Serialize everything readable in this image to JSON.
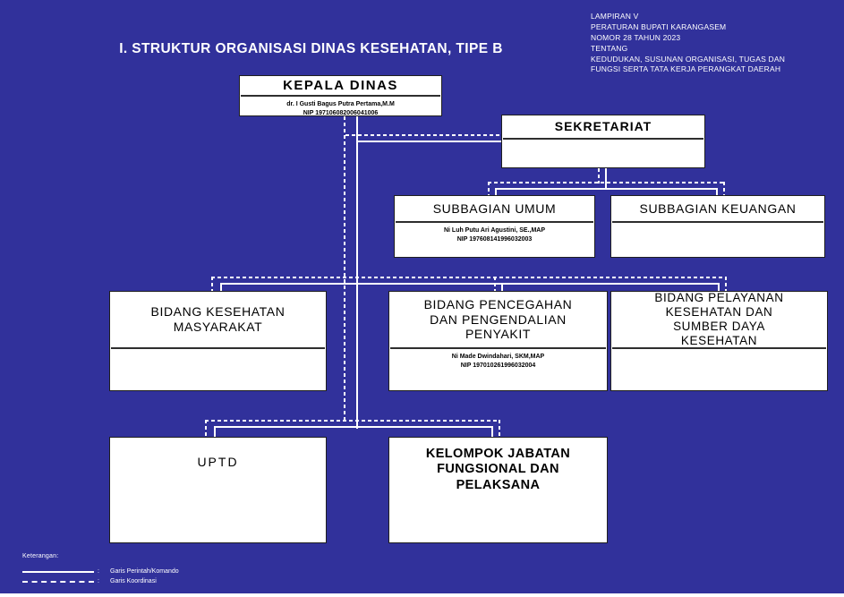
{
  "colors": {
    "background": "#31319b",
    "box_background": "#ffffff",
    "box_border": "#1f1f1f",
    "connector_line": "#ffffff",
    "text": "#000000",
    "title_text": "#ffffff"
  },
  "title": "I. STRUKTUR ORGANISASI DINAS KESEHATAN, TIPE B",
  "lampiran": {
    "lines": [
      "LAMPIRAN V",
      "PERATURAN BUPATI KARANGASEM",
      "NOMOR 28 TAHUN 2023",
      "TENTANG",
      "KEDUDUKAN, SUSUNAN ORGANISASI, TUGAS DAN",
      "FUNGSI SERTA TATA KERJA PERANGKAT DAERAH"
    ]
  },
  "org": {
    "kepala_dinas": {
      "title": "KEPALA DINAS",
      "name": "dr. I Gusti Bagus Putra Pertama,M.M",
      "nip": "NIP 197106082006041006"
    },
    "sekretariat": {
      "title": "SEKRETARIAT"
    },
    "subbagian_umum": {
      "title": "SUBBAGIAN UMUM",
      "name": "Ni Luh Putu Ari Agustini, SE.,MAP",
      "nip": "NIP 197608141996032003"
    },
    "subbagian_keuangan": {
      "title": "SUBBAGIAN KEUANGAN"
    },
    "bidang_kesehatan_masyarakat": {
      "title": "BIDANG KESEHATAN MASYARAKAT"
    },
    "bidang_pencegahan_pengendalian_penyakit": {
      "title": "BIDANG PENCEGAHAN DAN PENGENDALIAN PENYAKIT",
      "name": "Ni Made Dwindahari, SKM,MAP",
      "nip": "NIP 197010261996032004"
    },
    "bidang_pelayanan_kesehatan_sdk": {
      "title": "BIDANG PELAYANAN KESEHATAN DAN SUMBER DAYA KESEHATAN"
    },
    "uptd": {
      "title": "UPTD"
    },
    "kelompok_jabatan": {
      "title": "KELOMPOK JABATAN FUNGSIONAL DAN PELAKSANA"
    }
  },
  "connections": [
    {
      "from": "kepala_dinas",
      "to": "sekretariat",
      "lines": [
        "komando",
        "koordinasi"
      ]
    },
    {
      "from": "sekretariat",
      "to": "subbagian_umum",
      "lines": [
        "komando",
        "koordinasi"
      ]
    },
    {
      "from": "sekretariat",
      "to": "subbagian_keuangan",
      "lines": [
        "komando",
        "koordinasi"
      ]
    },
    {
      "from": "kepala_dinas",
      "to": "bidang_kesehatan_masyarakat",
      "lines": [
        "komando",
        "koordinasi"
      ]
    },
    {
      "from": "kepala_dinas",
      "to": "bidang_pencegahan_pengendalian_penyakit",
      "lines": [
        "komando",
        "koordinasi"
      ]
    },
    {
      "from": "kepala_dinas",
      "to": "bidang_pelayanan_kesehatan_sdk",
      "lines": [
        "komando",
        "koordinasi"
      ]
    },
    {
      "from": "kepala_dinas",
      "to": "uptd",
      "lines": [
        "komando",
        "koordinasi"
      ]
    },
    {
      "from": "kepala_dinas",
      "to": "kelompok_jabatan",
      "lines": [
        "komando",
        "koordinasi"
      ]
    }
  ],
  "legend": {
    "heading": "Keterangan:",
    "colon": ":",
    "items": [
      {
        "style": "solid",
        "label": "Garis Perintah/Komando"
      },
      {
        "style": "dashed",
        "label": "Garis Koordinasi"
      }
    ]
  }
}
